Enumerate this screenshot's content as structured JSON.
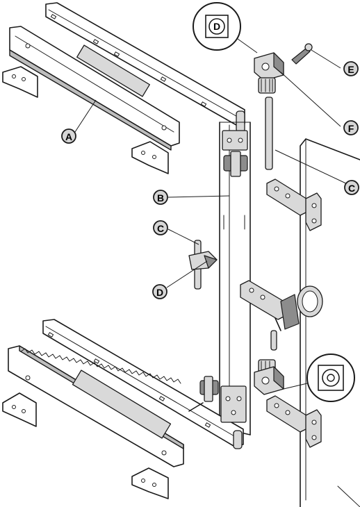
{
  "callouts": {
    "a": "A",
    "b": "B",
    "c_right": "C",
    "c_left": "C",
    "d": "D",
    "e": "E",
    "f": "F"
  },
  "details": {
    "top_symbol": "D"
  },
  "colors": {
    "line": "#1a1a1a",
    "callout_fill": "#d6d6d6",
    "part_fill": "#d9d9d9"
  }
}
